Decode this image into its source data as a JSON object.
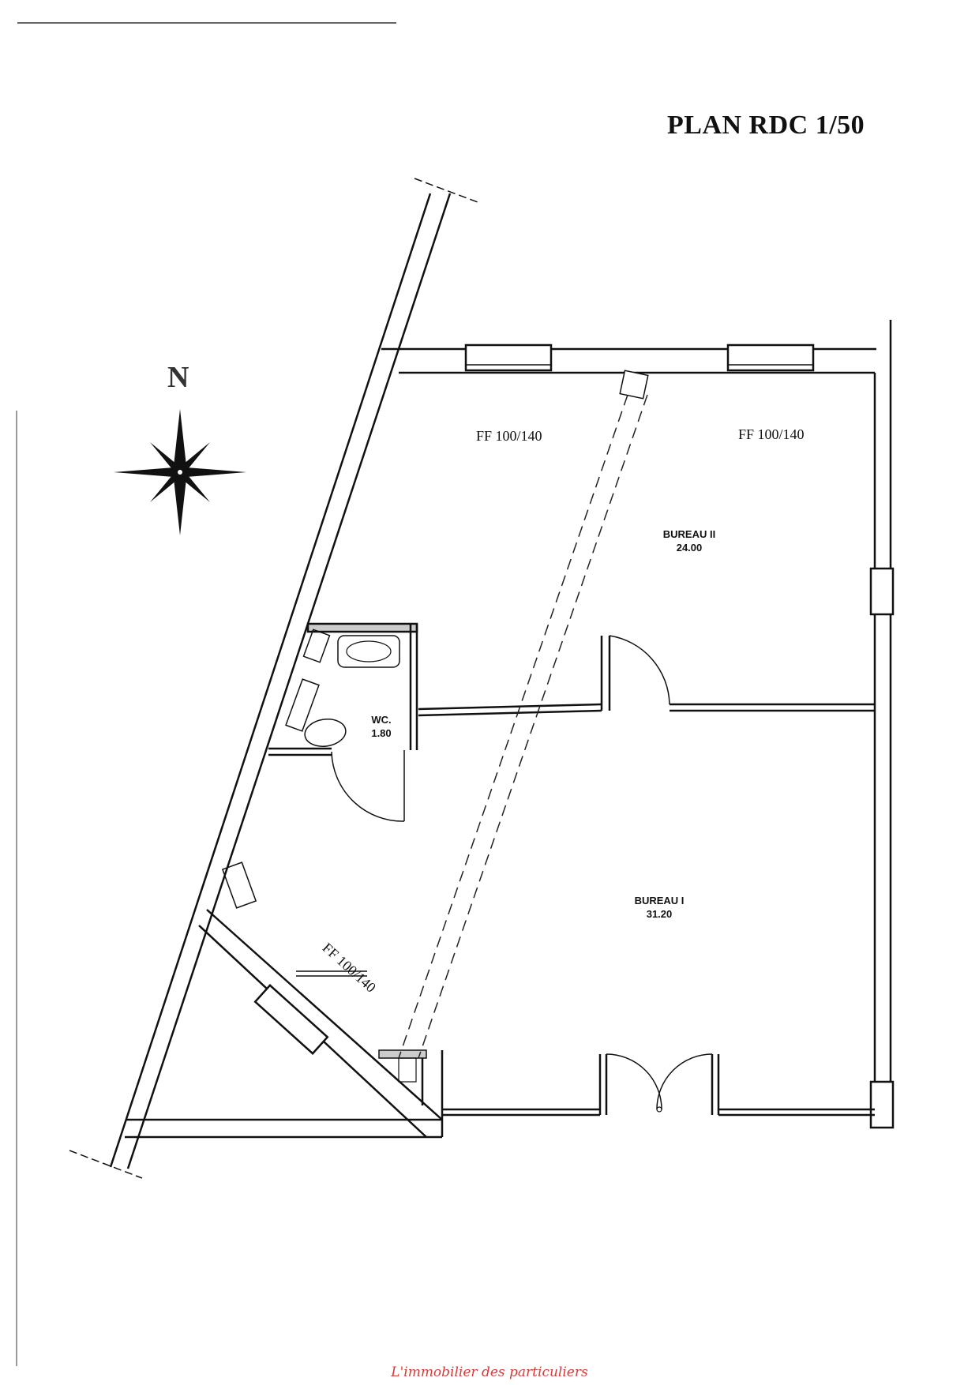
{
  "title": "PLAN RDC  1/50",
  "compass": {
    "north_label": "N"
  },
  "window_labels": {
    "bureau_ii_left": "FF 100/140",
    "bureau_ii_right": "FF 100/140",
    "bureau_i_left": "FF 100/140"
  },
  "rooms": {
    "bureau_ii": {
      "name": "BUREAU II",
      "area": "24.00"
    },
    "bureau_i": {
      "name": "BUREAU I",
      "area": "31.20"
    },
    "wc": {
      "name": "WC.",
      "area": "1.80"
    }
  },
  "footer": "L'immobilier des particuliers",
  "colors": {
    "footer": "#d33b3b",
    "lines": "#111111"
  }
}
